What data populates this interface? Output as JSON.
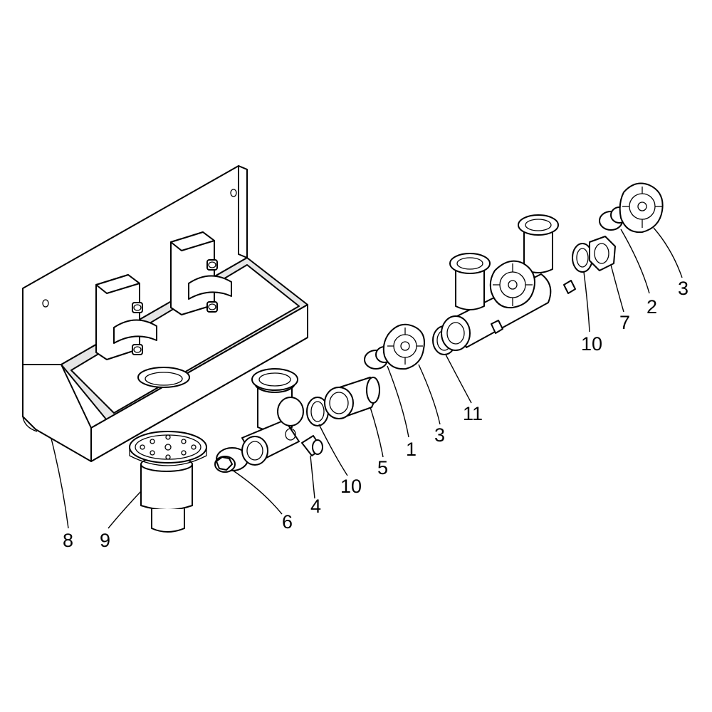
{
  "diagram": {
    "callouts": [
      {
        "id": "c1",
        "label": "1"
      },
      {
        "id": "c2",
        "label": "2"
      },
      {
        "id": "c3a",
        "label": "3"
      },
      {
        "id": "c3b",
        "label": "3"
      },
      {
        "id": "c4",
        "label": "4"
      },
      {
        "id": "c5",
        "label": "5"
      },
      {
        "id": "c6",
        "label": "6"
      },
      {
        "id": "c7",
        "label": "7"
      },
      {
        "id": "c8",
        "label": "8"
      },
      {
        "id": "c9",
        "label": "9"
      },
      {
        "id": "c10a",
        "label": "10"
      },
      {
        "id": "c10b",
        "label": "10"
      },
      {
        "id": "c11",
        "label": "11"
      }
    ]
  }
}
